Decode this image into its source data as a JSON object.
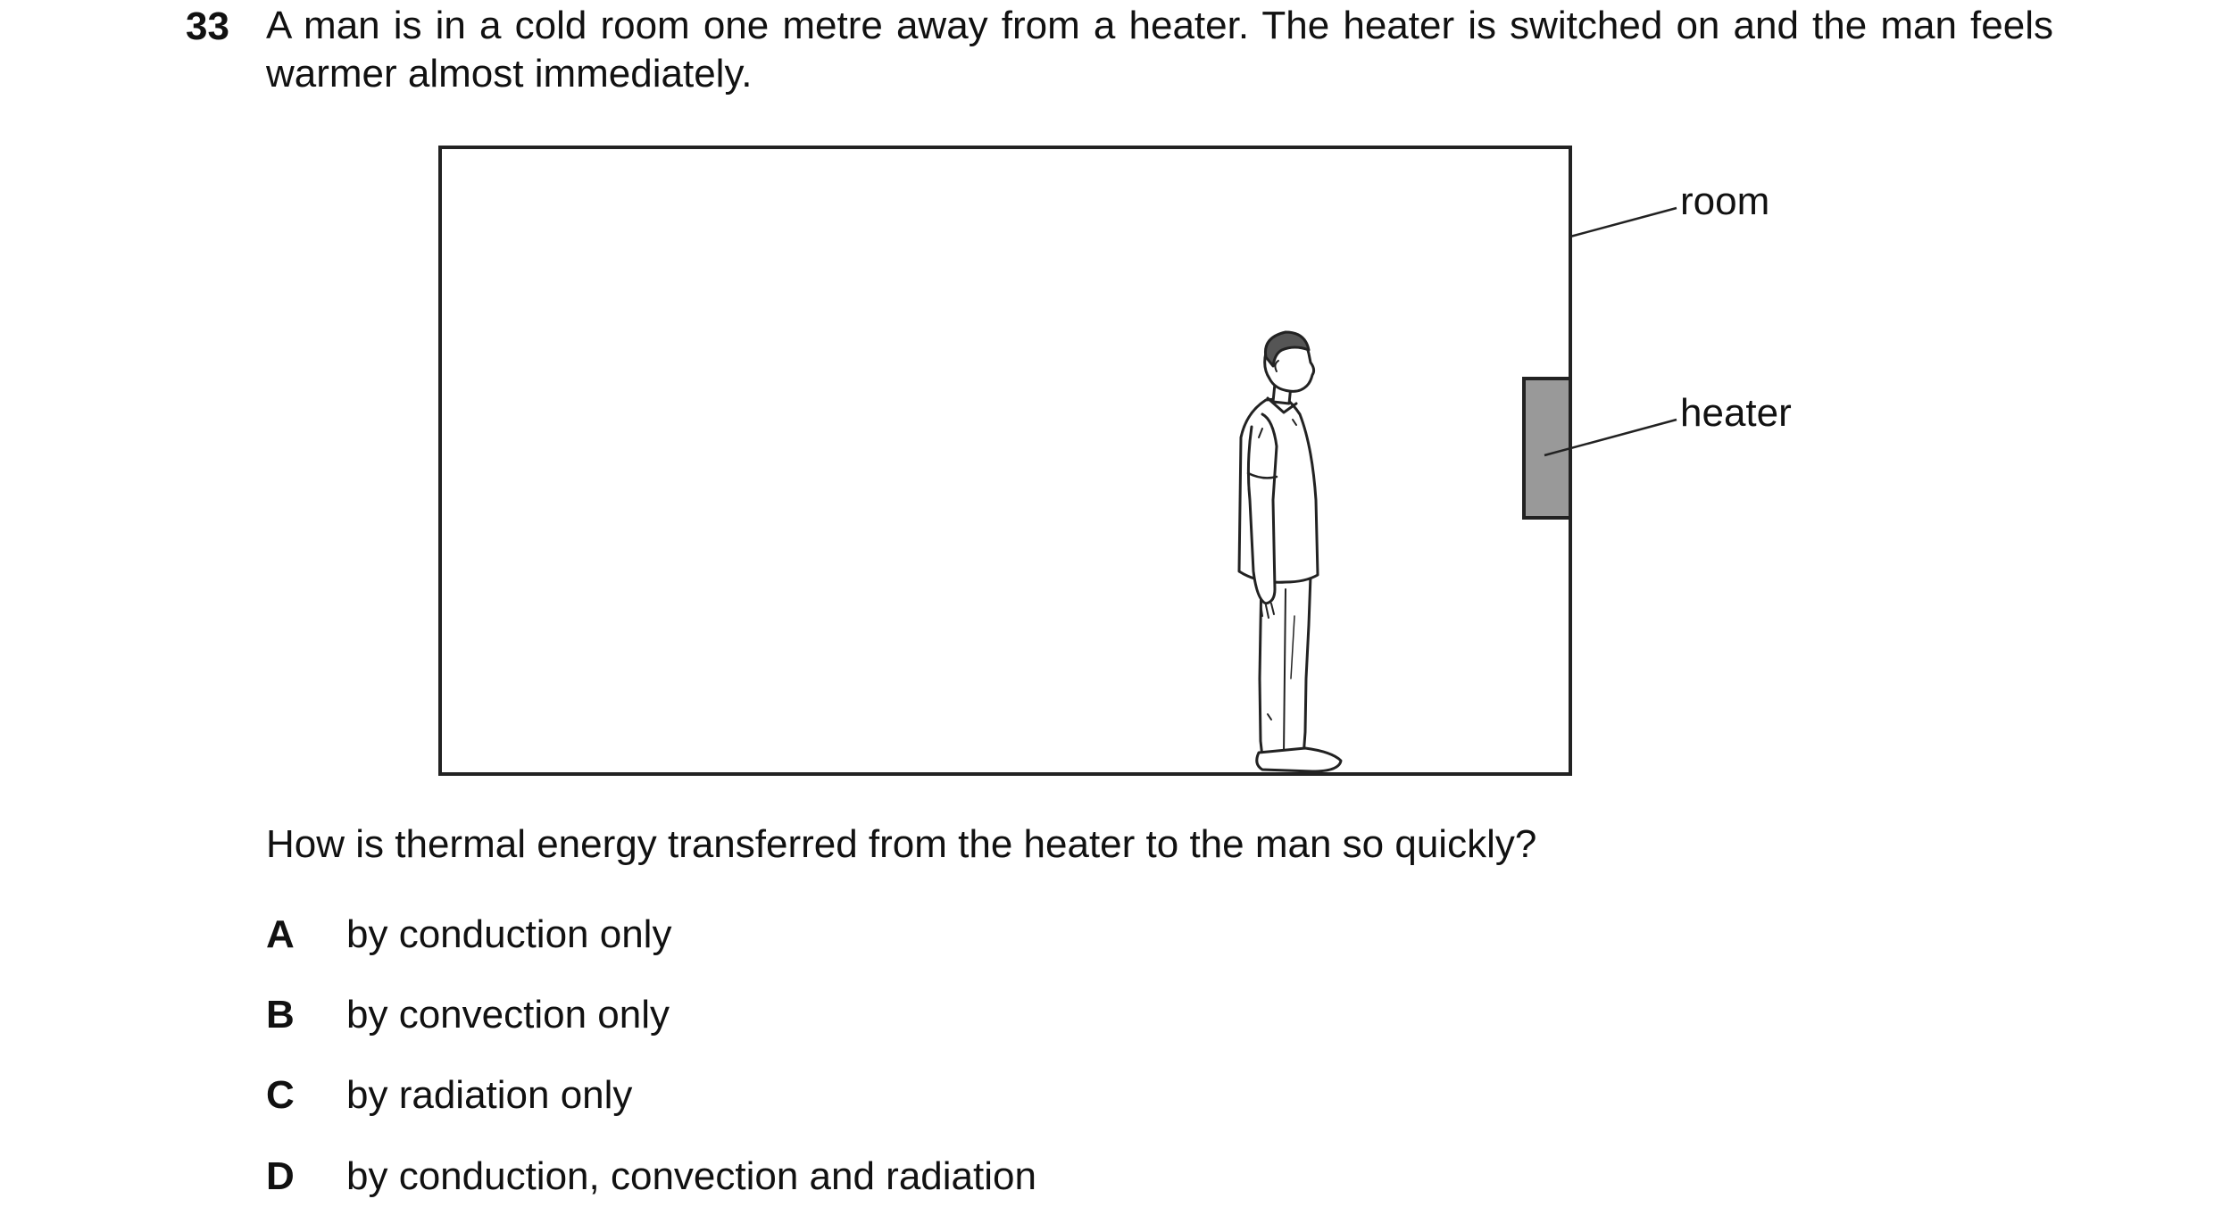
{
  "question": {
    "number": "33",
    "stem": "A man is in a cold room one metre away from a heater. The heater is switched on and the man feels warmer almost immediately.",
    "prompt": "How is thermal energy transferred from the heater to the man so quickly?"
  },
  "diagram": {
    "labels": {
      "room": "room",
      "heater": "heater"
    },
    "colors": {
      "heater_fill": "#999999",
      "line": "#222222"
    }
  },
  "options": [
    {
      "letter": "A",
      "text": "by conduction only"
    },
    {
      "letter": "B",
      "text": "by convection only"
    },
    {
      "letter": "C",
      "text": "by radiation only"
    },
    {
      "letter": "D",
      "text": "by conduction, convection and radiation"
    }
  ]
}
